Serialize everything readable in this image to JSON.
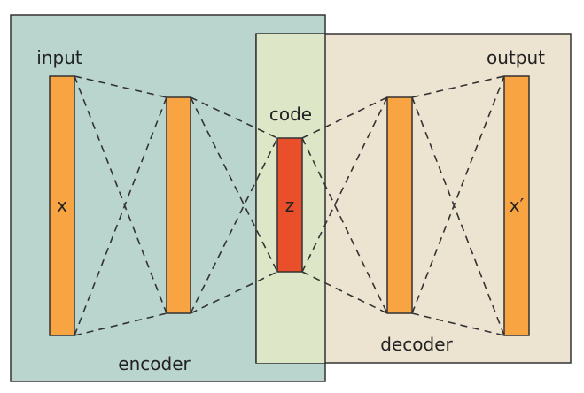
{
  "labels": {
    "input": "input",
    "output": "output",
    "code": "code",
    "encoder": "encoder",
    "decoder": "decoder",
    "x": "x",
    "z": "z",
    "x_prime": "x′"
  },
  "colors": {
    "encoder_region": "#b9d5cd",
    "decoder_region": "#ede3d1",
    "overlap_region": "#dde6c6",
    "layer_fill": "#f9a443",
    "code_fill": "#ea4f2c",
    "outline": "#333333",
    "dash": "#333333"
  }
}
